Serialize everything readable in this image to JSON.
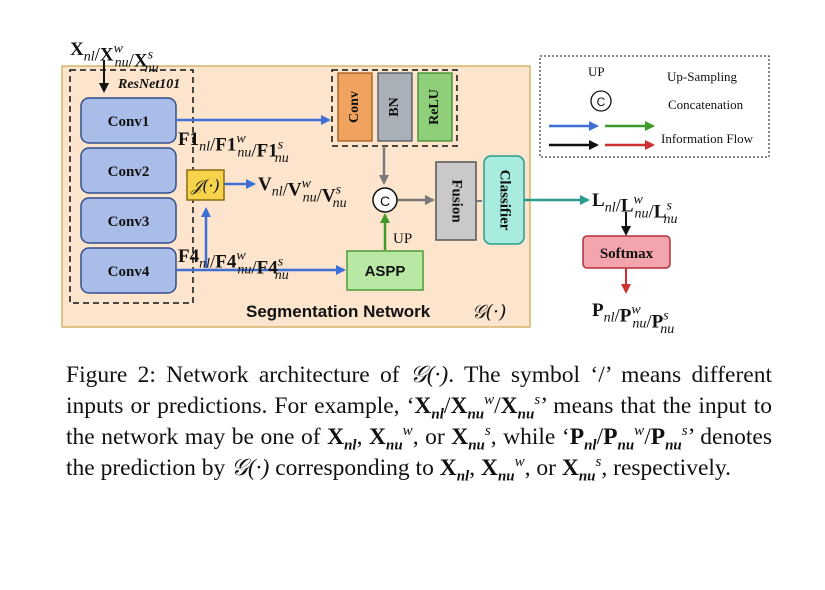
{
  "diagram": {
    "input_label": {
      "main": "X",
      "parts": [
        [
          "nl",
          ""
        ],
        [
          "nu",
          "w"
        ],
        [
          "nu",
          "s"
        ]
      ]
    },
    "resnet_label": "ResNet101",
    "conv_blocks": [
      "Conv1",
      "Conv2",
      "Conv3",
      "Conv4"
    ],
    "f1_label": {
      "main": "F1",
      "parts": [
        [
          "nl",
          ""
        ],
        [
          "nu",
          "w"
        ],
        [
          "nu",
          "s"
        ]
      ]
    },
    "f4_label": {
      "main": "F4",
      "parts": [
        [
          "nl",
          ""
        ],
        [
          "nu",
          "w"
        ],
        [
          "nu",
          "s"
        ]
      ]
    },
    "v_label": {
      "main": "V",
      "parts": [
        [
          "nl",
          ""
        ],
        [
          "nu",
          "w"
        ],
        [
          "nu",
          "s"
        ]
      ]
    },
    "j_label": "𝒥(·)",
    "head_blocks": [
      "Conv",
      "BN",
      "ReLU"
    ],
    "concat_symbol": "C",
    "up_label": "UP",
    "aspp_label": "ASPP",
    "fusion_label": "Fusion",
    "classifier_label": "Classifier",
    "segnet_label": "Segmentation Network",
    "segnet_symbol": "𝒢(·)",
    "l_label": {
      "main": "L",
      "parts": [
        [
          "nl",
          ""
        ],
        [
          "nu",
          "w"
        ],
        [
          "nu",
          "s"
        ]
      ]
    },
    "softmax_label": "Softmax",
    "p_label": {
      "main": "P",
      "parts": [
        [
          "nl",
          ""
        ],
        [
          "nu",
          "w"
        ],
        [
          "nu",
          "s"
        ]
      ]
    },
    "legend": {
      "up_text": "UP",
      "concat_symbol": "C",
      "upsampling": "Up-Sampling",
      "concatenation": "Concatenation",
      "information_flow": "Information Flow"
    },
    "colors": {
      "panel_fill": "#fde4cc",
      "panel_stroke": "#d6b36a",
      "conv_fill": "#a9bde8",
      "conv_stroke": "#2f4f8f",
      "j_fill": "#f7d34c",
      "head_conv": "#f0a35e",
      "head_bn": "#a9b0b8",
      "head_relu": "#8fcf7a",
      "aspp_fill": "#b9e8a4",
      "aspp_stroke": "#4f9a3a",
      "fusion_fill": "#c9c9c9",
      "classifier_fill": "#a8ecdf",
      "classifier_stroke": "#2f9a8a",
      "softmax_fill": "#f3a4ad",
      "softmax_stroke": "#b0323f",
      "arrow_blue": "#3d6fd4",
      "arrow_green": "#3f9a2a",
      "arrow_black": "#111111",
      "arrow_red": "#cc3030",
      "arrow_gray": "#7a7a7a",
      "arrow_teal": "#2a9a8c"
    }
  },
  "caption": {
    "prefix": "Figure 2: Network architecture of ",
    "symbol_g": "𝒢(·)",
    "s1": ". The symbol ‘/’ means different inputs or predictions. For example, ‘",
    "eq_x": "X",
    "s2": "’ means that the input to the network may be one of ",
    "s3": ", or ",
    "s4": ", while ‘",
    "eq_p": "P",
    "s5": "’ denotes the prediction by ",
    "s6": " corresponding to ",
    "s7": ", or ",
    "s8": ", respectively.",
    "sub_nl": "nl",
    "sub_nu": "nu",
    "sup_w": "w",
    "sup_s": "s",
    "comma": ", "
  }
}
